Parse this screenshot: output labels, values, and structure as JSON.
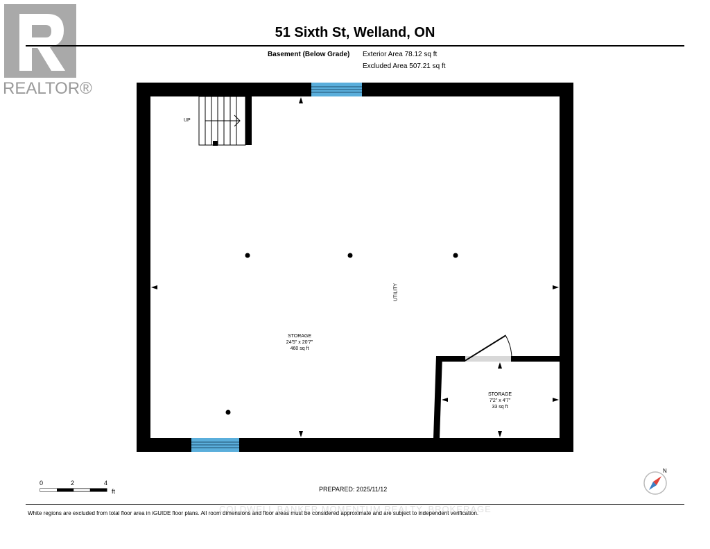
{
  "brand": {
    "logo_text": "REALTOR®"
  },
  "header": {
    "title": "51 Sixth St, Welland, ON"
  },
  "level": {
    "name": "Basement (Below Grade)",
    "exterior_area": "Exterior Area 78.12 sq ft",
    "excluded_area": "Excluded Area 507.21 sq ft"
  },
  "rooms": {
    "storage_main": {
      "name": "STORAGE",
      "dims": "24'5\" x 20'7\"",
      "area": "460 sq ft"
    },
    "storage_small": {
      "name": "STORAGE",
      "dims": "7'2\" x 4'7\"",
      "area": "33 sq ft"
    },
    "utility": {
      "name": "UTILITY"
    },
    "stairs": {
      "label": "UP"
    }
  },
  "scale_bar": {
    "ticks": [
      "0",
      "2",
      "4"
    ],
    "unit": "ft"
  },
  "footer": {
    "prepared": "PREPARED: 2025/11/12",
    "disclaimer": "White regions are excluded from total floor area in iGUIDE floor plans. All room dimensions and floor areas must be considered approximate and are subject to independent verification.",
    "watermark": "COLDWELL BANKER MOMENTUM REALTY, BROKERAGE"
  },
  "compass": {
    "label": "N"
  },
  "colors": {
    "wall": "#000000",
    "window": "#5aaedb",
    "logo": "#a9a9a9"
  }
}
